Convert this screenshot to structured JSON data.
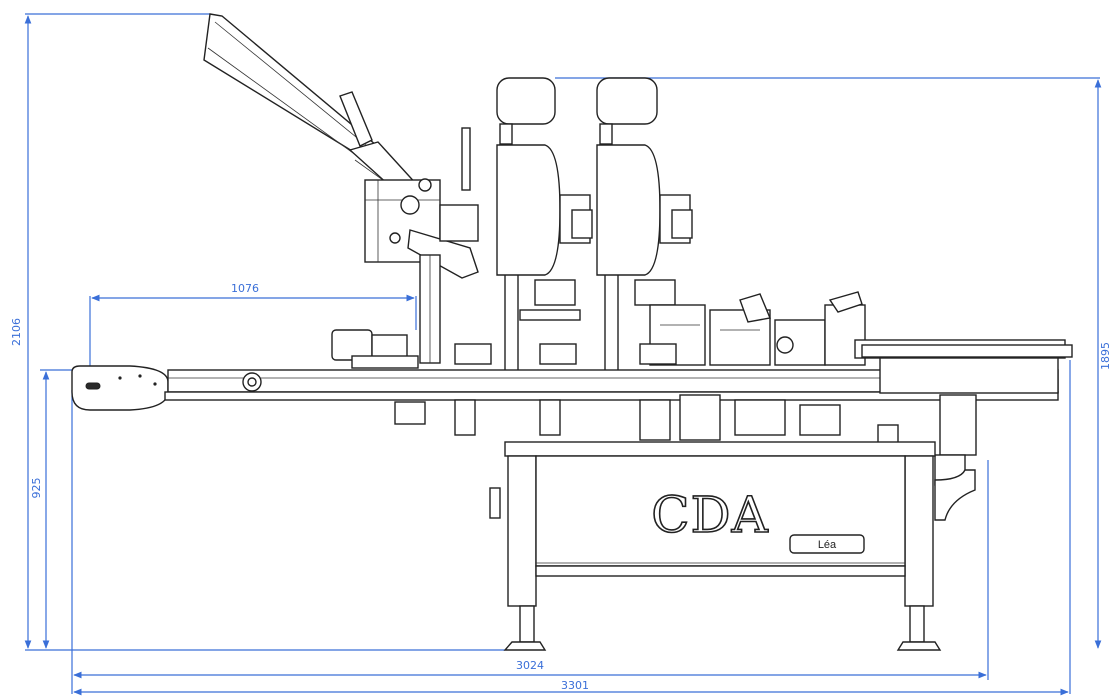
{
  "brand": {
    "name": "CDA",
    "model": "Léa"
  },
  "dimensions": {
    "total_height": "2106",
    "conveyor_height": "925",
    "right_height": "1895",
    "infeed_length": "1076",
    "frame_length": "3024",
    "total_length": "3301"
  },
  "colors": {
    "dimension_line": "#3a6fd8",
    "line_art": "#222222",
    "background": "#ffffff"
  }
}
